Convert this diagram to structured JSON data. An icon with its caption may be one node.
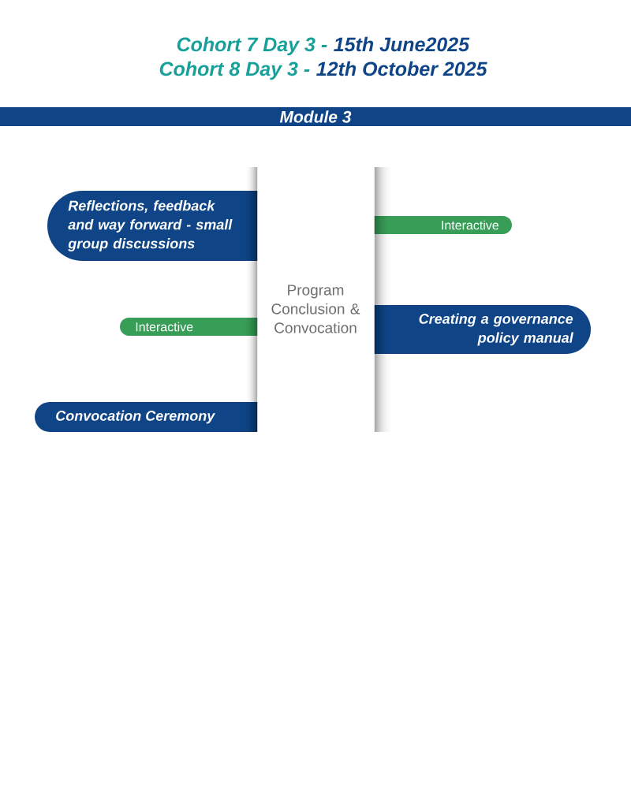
{
  "diagram": {
    "nodes": [
      {
        "text": [
          "Module 3"
        ]
      },
      {
        "text": [
          "Program Conclusion & Convocation"
        ]
      },
      {
        "text": [
          "Reflections, feedback and way forward - small group discussions"
        ]
      },
      {
        "text": [
          "Interactive"
        ]
      },
      {
        "text": [
          "Interactive"
        ]
      },
      {
        "text": [
          "Creating a governance policy manual"
        ]
      },
      {
        "text": [
          "Convocation Ceremony"
        ]
      }
    ],
    "labels": [
      "Cohort 7 Day 3 -",
      "15th June2025",
      "Cohort 8 Day 3 -",
      "12th October 2025"
    ]
  }
}
